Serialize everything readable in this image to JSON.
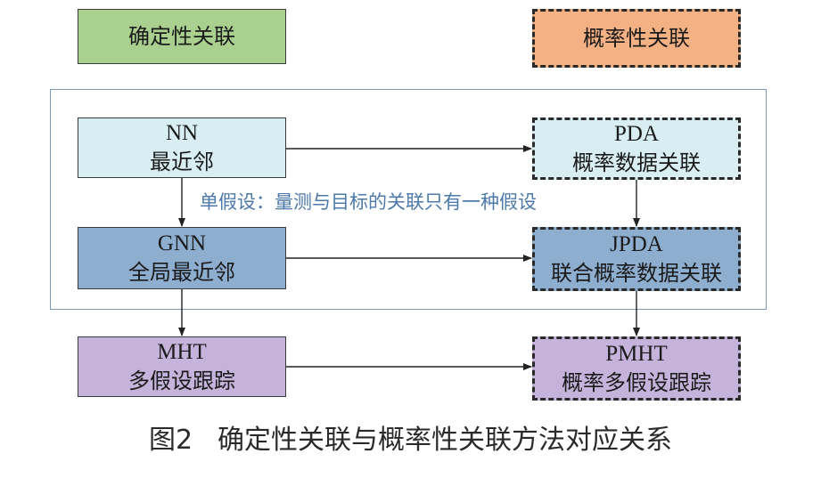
{
  "headers": {
    "deterministic": "确定性关联",
    "probabilistic": "概率性关联"
  },
  "nodes": {
    "nn": {
      "abbr": "NN",
      "name": "最近邻"
    },
    "pda": {
      "abbr": "PDA",
      "name": "概率数据关联"
    },
    "gnn": {
      "abbr": "GNN",
      "name": "全局最近邻"
    },
    "jpda": {
      "abbr": "JPDA",
      "name": "联合概率数据关联"
    },
    "mht": {
      "abbr": "MHT",
      "name": "多假设跟踪"
    },
    "pmht": {
      "abbr": "PMHT",
      "name": "概率多假设跟踪"
    }
  },
  "assumption": "单假设：量测与目标的关联只有一种假设",
  "caption": {
    "number": "图2",
    "text": "确定性关联与概率性关联方法对应关系"
  },
  "colors": {
    "deterministic_header": "#a9d08e",
    "probabilistic_header": "#f4b183",
    "light_blue": "#d9eef3",
    "mid_blue": "#8eaed0",
    "lavender": "#c5b3db",
    "frame": "#7b9ab6",
    "assumption_text": "#4d7aa8"
  }
}
